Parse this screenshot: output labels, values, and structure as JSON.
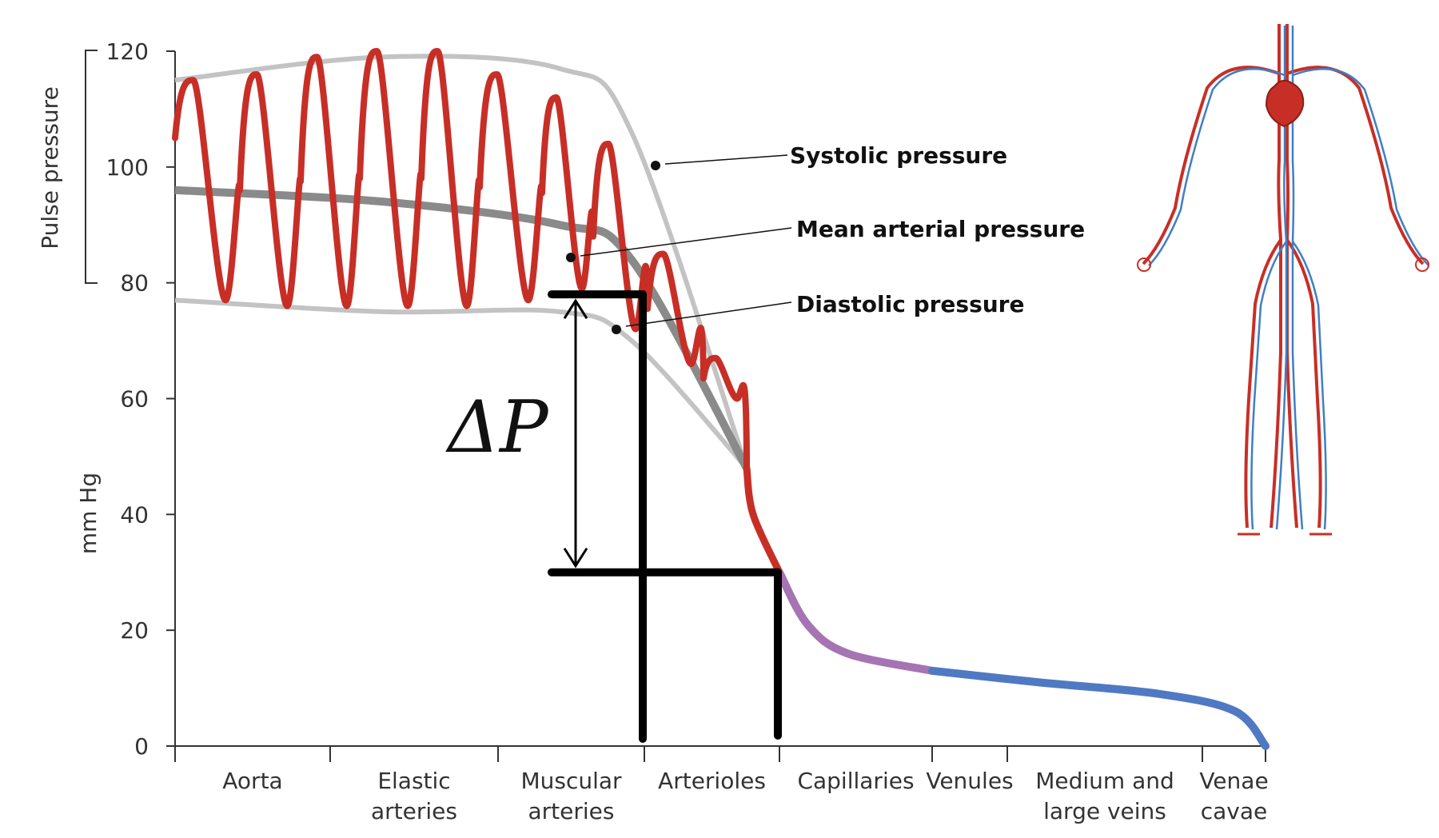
{
  "chart_data": {
    "type": "line",
    "ylabel": "mm Hg",
    "bracket_label": "Pulse pressure",
    "bracket_range": [
      80,
      120
    ],
    "ylim": [
      0,
      120
    ],
    "yticks": [
      "0",
      "20",
      "40",
      "60",
      "80",
      "100",
      "120"
    ],
    "categories": [
      "Aorta",
      "Elastic arteries",
      "Muscular arteries",
      "Arterioles",
      "Capillaries",
      "Venules",
      "Medium and large veins",
      "Venae cavae"
    ],
    "category_lines": [
      [
        "Aorta"
      ],
      [
        "Elastic",
        "arteries"
      ],
      [
        "Muscular",
        "arteries"
      ],
      [
        "Arterioles"
      ],
      [
        "Capillaries"
      ],
      [
        "Venules"
      ],
      [
        "Medium and",
        "large veins"
      ],
      [
        "Venae",
        "cavae"
      ]
    ],
    "series": [
      {
        "name": "Systolic pressure",
        "values": [
          115,
          119,
          117,
          106,
          48,
          30,
          13,
          9,
          0
        ]
      },
      {
        "name": "Mean arterial pressure",
        "values": [
          96,
          94,
          90,
          84,
          48,
          30,
          13,
          9,
          0
        ]
      },
      {
        "name": "Diastolic pressure",
        "values": [
          77,
          75,
          75,
          70,
          48,
          30,
          13,
          9,
          0
        ]
      }
    ],
    "pressure_wave": {
      "peaks": [
        115,
        116,
        119,
        120,
        120,
        116,
        112,
        104,
        85,
        67
      ],
      "troughs": [
        77,
        76,
        76,
        76,
        76,
        77,
        79,
        72,
        66,
        60
      ]
    },
    "delta_label": "ΔP",
    "delta_range": [
      78,
      30
    ],
    "colors": {
      "arterial": "#c72f26",
      "capillary": "#a673b3",
      "venous": "#5079c3",
      "envelope": "#c3c3c3",
      "mean": "#8a8a8a"
    },
    "grid": false,
    "legend": "annotations"
  },
  "annotations": [
    {
      "label": "Systolic pressure"
    },
    {
      "label": "Mean arterial pressure"
    },
    {
      "label": "Diastolic pressure"
    }
  ],
  "illustration": {
    "icon": "circulatory-system-icon"
  }
}
